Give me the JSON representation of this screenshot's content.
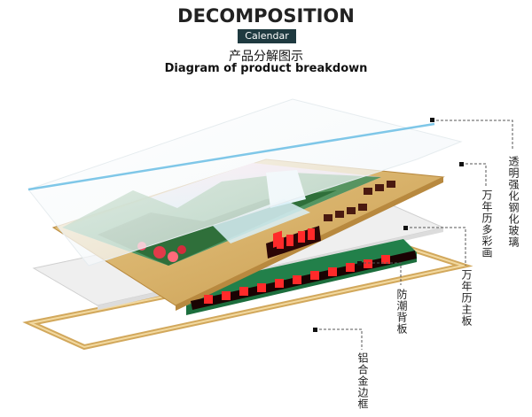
{
  "header": {
    "title": "DECOMPOSITION",
    "badge": "Calendar",
    "subtitle_cn": "产品分解图示",
    "subtitle_en": "Diagram of product breakdown"
  },
  "layers": {
    "glass": "透明强化钢化玻璃",
    "painting": "万年历多彩画",
    "mainboard": "万年历主板",
    "backboard": "防潮背板",
    "frame": "铝合金边框"
  },
  "colors": {
    "gold": "#d9b36a",
    "gold_dark": "#b8893f",
    "led_red": "#ff2a2a",
    "pcb_green": "#1c6e3d",
    "glass_blue": "#7fc7e8",
    "badge_bg": "#1f3a40"
  }
}
